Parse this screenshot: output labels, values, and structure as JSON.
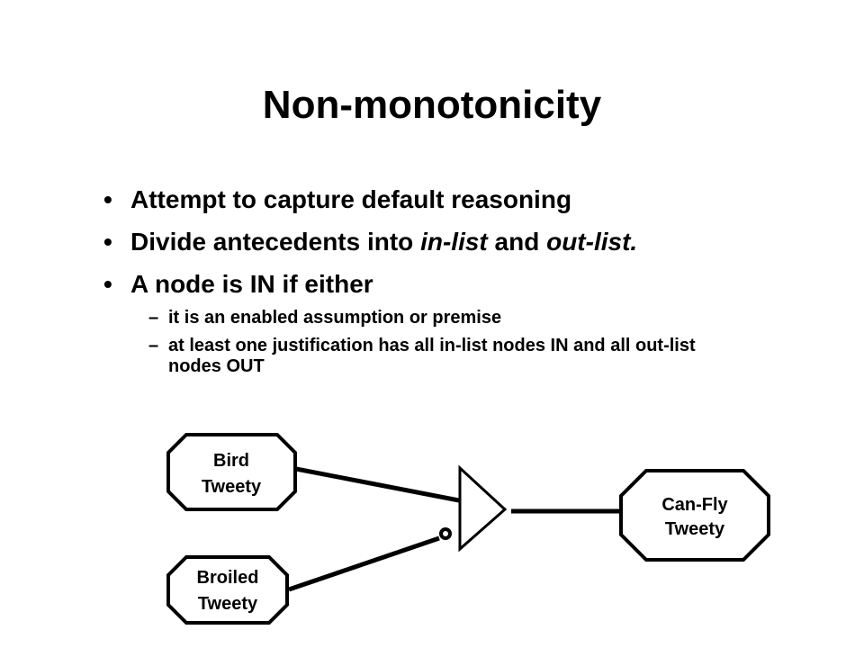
{
  "slide": {
    "title": "Non-monotonicity",
    "bullets": {
      "b1": "Attempt to capture default reasoning",
      "b2": {
        "pre": "Divide antecedents into ",
        "in_list": "in-list",
        "mid": " and ",
        "out_list": "out-list.",
        "post": ""
      },
      "b3": "A node is IN if either",
      "subs": [
        "it is an enabled assumption or premise",
        "at least one justification has all in-list nodes IN and all out-list nodes OUT"
      ]
    }
  },
  "diagram": {
    "nodes": {
      "bird": {
        "line1": "Bird",
        "line2": "Tweety"
      },
      "broiled": {
        "line1": "Broiled",
        "line2": "Tweety"
      },
      "canfly": {
        "line1": "Can-Fly",
        "line2": "Tweety"
      }
    }
  }
}
